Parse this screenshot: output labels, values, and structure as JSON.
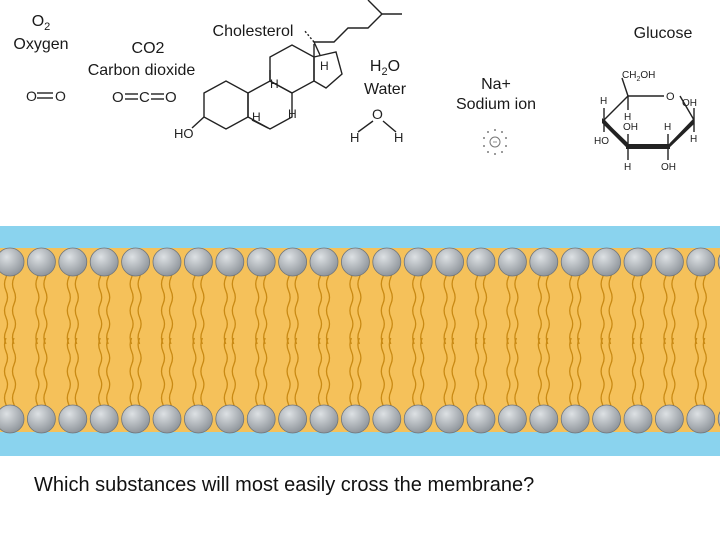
{
  "oxygen": {
    "formula_main": "O",
    "formula_sub": "2",
    "name": "Oxygen",
    "structure": [
      "O",
      "O"
    ]
  },
  "co2": {
    "formula": "CO2",
    "name": "Carbon dioxide",
    "structure": [
      "O",
      "C",
      "O"
    ]
  },
  "cholesterol": {
    "name": "Cholesterol",
    "atoms": [
      "H",
      "H",
      "H",
      "H",
      "HO"
    ]
  },
  "water": {
    "formula_a": "H",
    "formula_sub": "2",
    "formula_b": "O",
    "name": "Water",
    "structure": [
      "O",
      "H",
      "H"
    ]
  },
  "sodium": {
    "formula": "Na+",
    "name": "Sodium ion"
  },
  "glucose": {
    "name": "Glucose",
    "atoms": [
      "CH",
      "2",
      "OH",
      "O",
      "H",
      "OH",
      "H",
      "OH",
      "H",
      "H",
      "OH",
      "HO",
      "H",
      "OH"
    ]
  },
  "membrane": {
    "water_color": "#8ad3ee",
    "tail_color": "#f5c15a",
    "tail_line_color": "#c98a14",
    "head_color": "#8f959b",
    "head_highlight_color": "#dde1e4"
  },
  "question": "Which substances will most easily cross the membrane?"
}
